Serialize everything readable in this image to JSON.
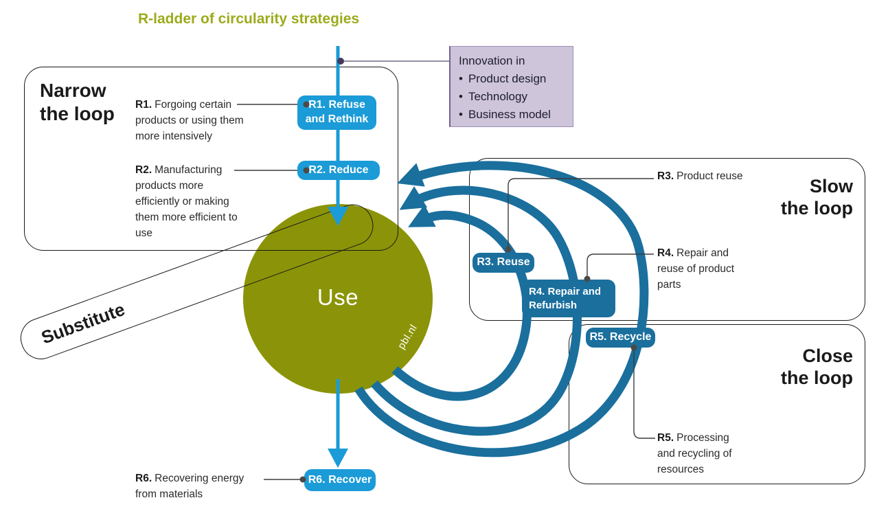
{
  "title": "R-ladder of circularity strategies",
  "innovation": {
    "heading": "Innovation in",
    "bullets": [
      "Product design",
      "Technology",
      "Business model"
    ]
  },
  "loops": {
    "narrow": {
      "line1": "Narrow",
      "line2": "the loop"
    },
    "slow": {
      "line1": "Slow",
      "line2": "the loop"
    },
    "close": {
      "line1": "Close",
      "line2": "the loop"
    }
  },
  "substitute_label": "Substitute",
  "circle": {
    "label": "Use",
    "credit": "pbl.nl"
  },
  "strategies": [
    {
      "id": "R1",
      "code": "R1.",
      "desc": "Forgoing certain products or using them more intensively",
      "badge_line1": "R1. Refuse",
      "badge_line2": "and Rethink"
    },
    {
      "id": "R2",
      "code": "R2.",
      "desc": "Manufacturing products more efficiently or making them more efficient to use",
      "badge_line1": "R2. Reduce",
      "badge_line2": ""
    },
    {
      "id": "R3",
      "code": "R3.",
      "desc": "Product reuse",
      "badge_line1": "R3. Reuse",
      "badge_line2": ""
    },
    {
      "id": "R4",
      "code": "R4.",
      "desc": "Repair and reuse of product parts",
      "badge_line1": "R4. Repair and",
      "badge_line2": "Refurbish"
    },
    {
      "id": "R5",
      "code": "R5.",
      "desc": "Processing and recycling of resources",
      "badge_line1": "R5. Recycle",
      "badge_line2": ""
    },
    {
      "id": "R6",
      "code": "R6.",
      "desc": "Recovering energy from materials",
      "badge_line1": "R6. Recover",
      "badge_line2": ""
    }
  ],
  "colors": {
    "accent_blue": "#1b9bd7",
    "teal": "#1a6f9d",
    "olive": "#8b9408",
    "title_green": "#9cab1b",
    "lavender": "#cec5da",
    "purple_line": "#6e6887"
  }
}
